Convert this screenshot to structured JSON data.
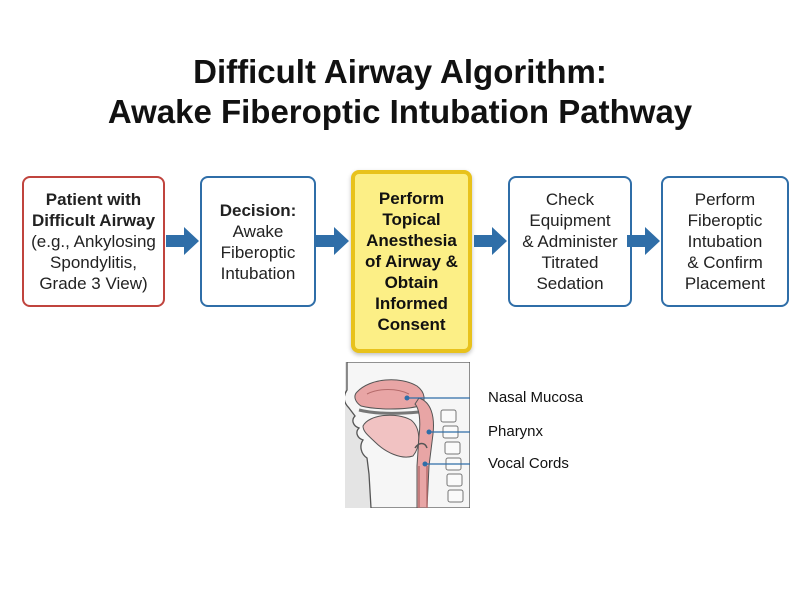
{
  "title": {
    "line1": "Difficult Airway Algorithm:",
    "line2": "Awake Fiberoptic Intubation Pathway"
  },
  "steps": [
    {
      "bold_lines": [
        "Patient with",
        "Difficult Airway"
      ],
      "lines": [
        "(e.g., Ankylosing",
        "Spondylitis,",
        "Grade 3 View)"
      ]
    },
    {
      "bold_lines": [
        "Decision:"
      ],
      "lines": [
        "Awake",
        "Fiberoptic",
        "Intubation"
      ]
    },
    {
      "bold_lines": [
        "Perform",
        "Topical",
        "Anesthesia",
        "of Airway &",
        "Obtain",
        "Informed",
        "Consent"
      ],
      "lines": []
    },
    {
      "bold_lines": [],
      "lines": [
        "Check",
        "Equipment",
        "& Administer",
        "Titrated",
        "Sedation"
      ]
    },
    {
      "bold_lines": [],
      "lines": [
        "Perform",
        "Fiberoptic",
        "Intubation",
        "& Confirm",
        "Placement"
      ]
    }
  ],
  "anatomy_labels": {
    "nasal": "Nasal Mucosa",
    "pharynx": "Pharynx",
    "vocal": "Vocal Cords"
  },
  "colors": {
    "start_border": "#c0443e",
    "step_border": "#2f6ea8",
    "highlight_fill": "#fcef86",
    "highlight_border": "#e8c21c",
    "arrow": "#2f6ea8",
    "airway_mucosa": "#e8a5a5"
  }
}
